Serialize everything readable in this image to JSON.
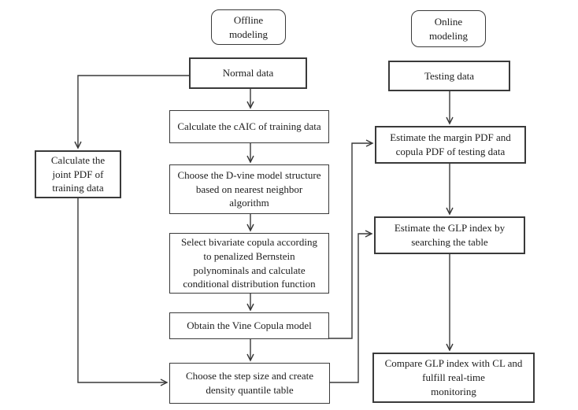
{
  "diagram": {
    "type": "flowchart",
    "columns": [
      "offline modeling pipeline",
      "online modeling pipeline"
    ],
    "colors": {
      "background": "#ffffff",
      "line": "#383838",
      "box_border": "#3a3a3a",
      "text": "#1c1c1c"
    },
    "nodes": {
      "offline_modeling": {
        "label": "Offline\nmodeling",
        "shape": "rounded"
      },
      "online_modeling": {
        "label": "Online\nmodeling",
        "shape": "rounded"
      },
      "normal_data": {
        "label": "Normal data",
        "shape": "rect"
      },
      "testing_data": {
        "label": "Testing data",
        "shape": "rect"
      },
      "calc_joint_pdf": {
        "label": "Calculate the\njoint PDF of\ntraining data",
        "shape": "rect"
      },
      "calc_caic": {
        "label": "Calculate the cAIC of training data",
        "shape": "rect"
      },
      "choose_dvine": {
        "label": "Choose the D-vine model structure\nbased on nearest neighbor\nalgorithm",
        "shape": "rect"
      },
      "select_copula": {
        "label": "Select bivariate copula according\nto penalized Bernstein\npolynominals and calculate\nconditional distribution function",
        "shape": "rect"
      },
      "obtain_vine": {
        "label": "Obtain the Vine Copula model",
        "shape": "rect"
      },
      "choose_step": {
        "label": "Choose the step size and create\ndensity quantile table",
        "shape": "rect"
      },
      "estimate_margin": {
        "label": "Estimate the margin PDF and\ncopula PDF of testing data",
        "shape": "rect"
      },
      "estimate_glp": {
        "label": "Estimate the GLP index by\nsearching the table",
        "shape": "rect"
      },
      "compare_glp": {
        "label": "Compare GLP index with CL and\nfulfill real-time\nmonitoring",
        "shape": "rect"
      }
    },
    "edges": [
      {
        "from": "normal_data",
        "to": "calc_joint_pdf"
      },
      {
        "from": "normal_data",
        "to": "calc_caic"
      },
      {
        "from": "calc_caic",
        "to": "choose_dvine"
      },
      {
        "from": "choose_dvine",
        "to": "select_copula"
      },
      {
        "from": "select_copula",
        "to": "obtain_vine"
      },
      {
        "from": "obtain_vine",
        "to": "choose_step"
      },
      {
        "from": "calc_joint_pdf",
        "to": "choose_step"
      },
      {
        "from": "obtain_vine",
        "to": "estimate_margin"
      },
      {
        "from": "choose_step",
        "to": "estimate_glp"
      },
      {
        "from": "testing_data",
        "to": "estimate_margin"
      },
      {
        "from": "estimate_margin",
        "to": "estimate_glp"
      },
      {
        "from": "estimate_glp",
        "to": "compare_glp"
      }
    ]
  }
}
